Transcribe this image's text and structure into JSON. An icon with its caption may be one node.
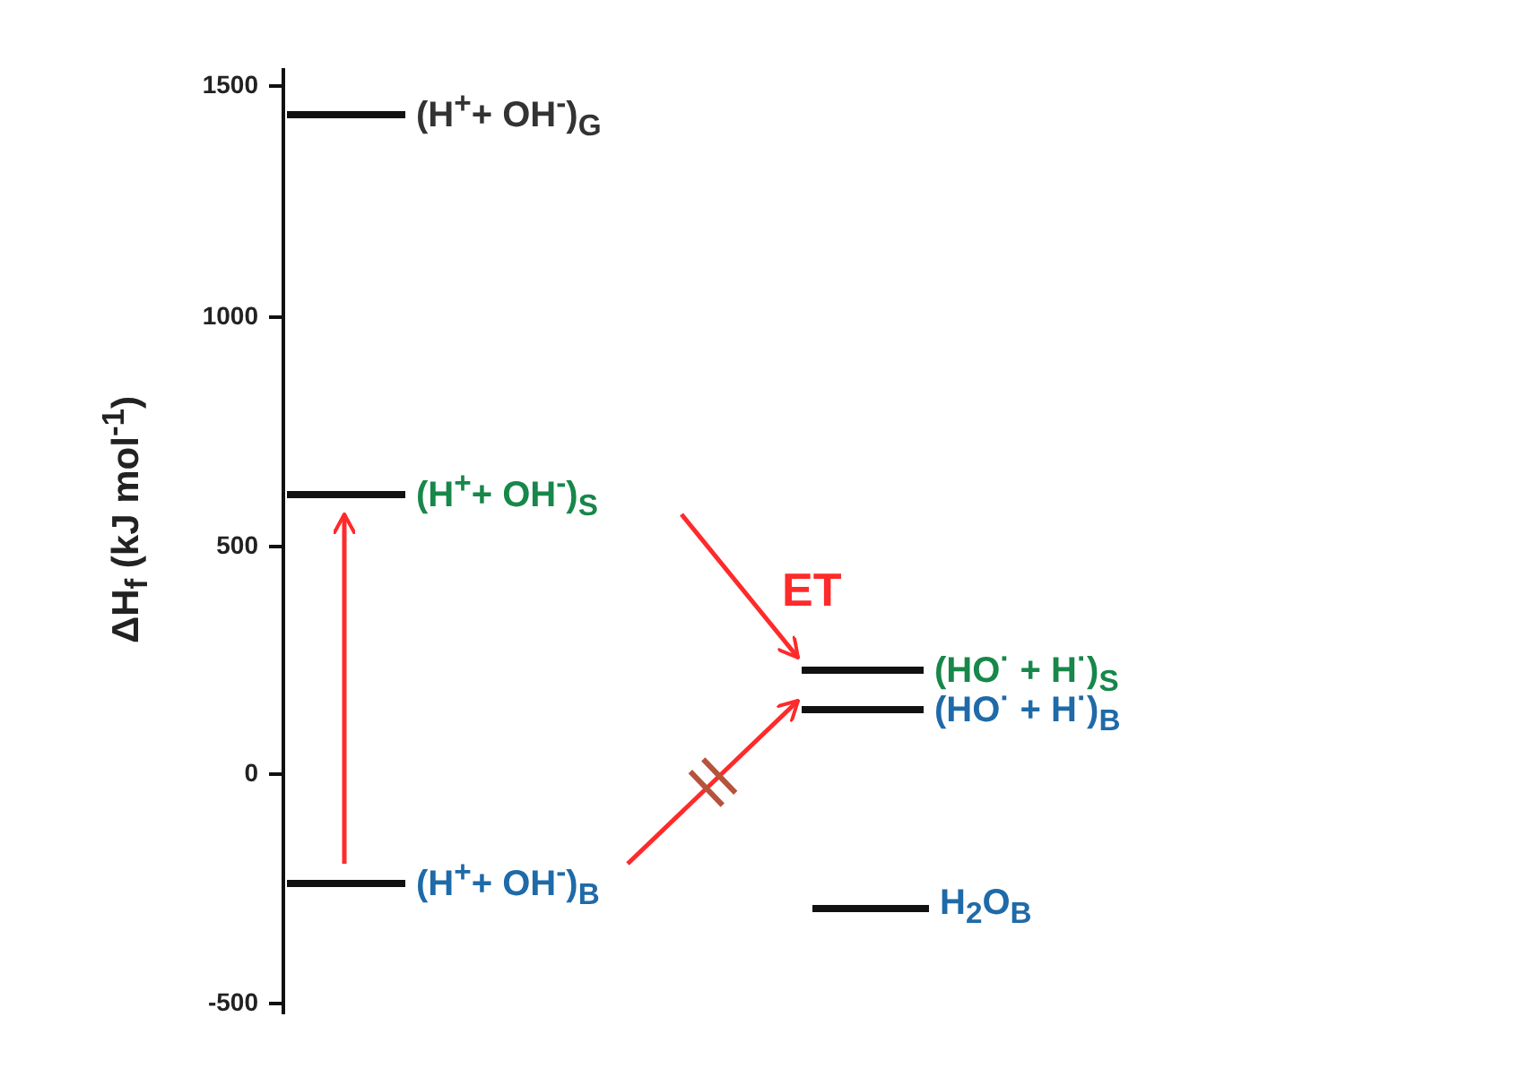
{
  "diagram": {
    "nodes": [
      {
        "text": [
          "(H$^{+}$+ OH$^{-}$)$_{G}$"
        ]
      },
      {
        "text": [
          "(H$^{+}$+ OH$^{-}$)$_{S}$"
        ]
      },
      {
        "text": [
          "(H$^{+}$+ OH$^{-}$)$_{B}$"
        ]
      },
      {
        "text": [
          "(HO$^{·}$ + H$^{·}$)$_{S}$"
        ]
      },
      {
        "text": [
          "(HO$^{·}$ + H$^{·}$)$_{B}$"
        ]
      },
      {
        "text": [
          "H$_{2}$O$_{B}$"
        ]
      }
    ],
    "edges": [
      {
        "from": 2,
        "to": 1,
        "arrow": "to"
      },
      {
        "from": 1,
        "to": 3,
        "arrow": "to",
        "label": "ET"
      },
      {
        "from": 2,
        "to": 4,
        "arrow": "to"
      }
    ],
    "labels": [
      "1500",
      "1000",
      "500",
      "0",
      "-500",
      "ΔH$_{f}$ (kJ mol$^{-1}$)"
    ]
  }
}
